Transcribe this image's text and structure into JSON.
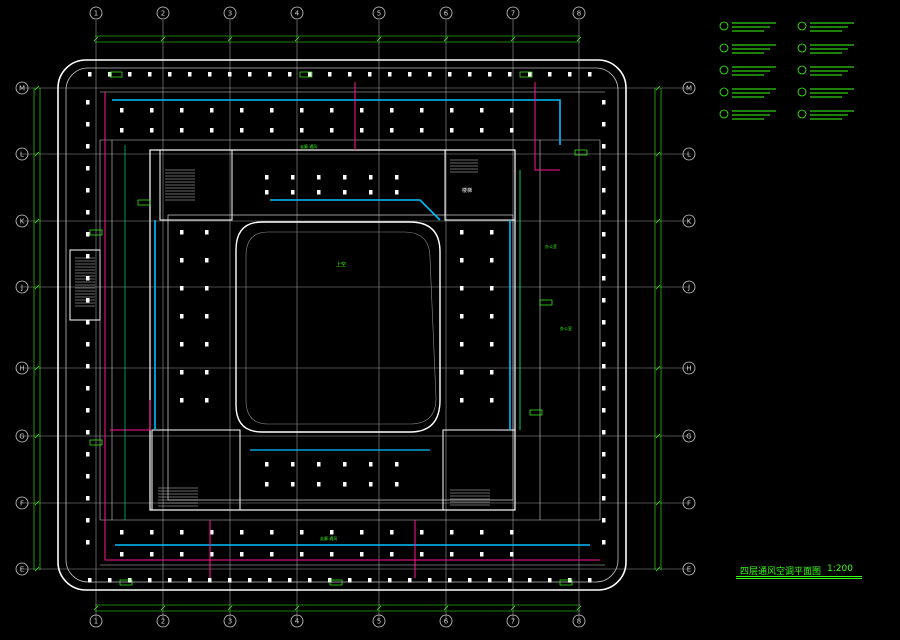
{
  "drawing": {
    "title": "四层通风空调平面图",
    "scale": "1:200",
    "colors": {
      "background": "#000000",
      "wall": "#ffffff",
      "axis": "#cfcfcf",
      "dimension": "#39ff14",
      "duct_supply": "#00bfff",
      "duct_pipe": "#ff1493",
      "duct_return": "#00ff7f",
      "text": "#39ff14"
    }
  },
  "axes": {
    "columns": [
      "1",
      "2",
      "3",
      "4",
      "5",
      "6",
      "7",
      "8"
    ],
    "rows": [
      "M",
      "L",
      "K",
      "J",
      "H",
      "G",
      "F",
      "E"
    ]
  },
  "rooms": {
    "atrium": "上空",
    "stair": "楼梯",
    "corridor_top": "走廊 通风",
    "corridor_bottom": "走廊 通风",
    "office_top_right": "办公室",
    "office_mid_right": "办公室"
  },
  "legend": {
    "icons": [
      "fan-coil-icon",
      "air-handler-icon",
      "exhaust-fan-icon",
      "diffuser-icon",
      "valve-icon",
      "fire-damper-icon",
      "return-grille-icon",
      "unit-icon",
      "duct-icon",
      "terminal-icon"
    ]
  }
}
